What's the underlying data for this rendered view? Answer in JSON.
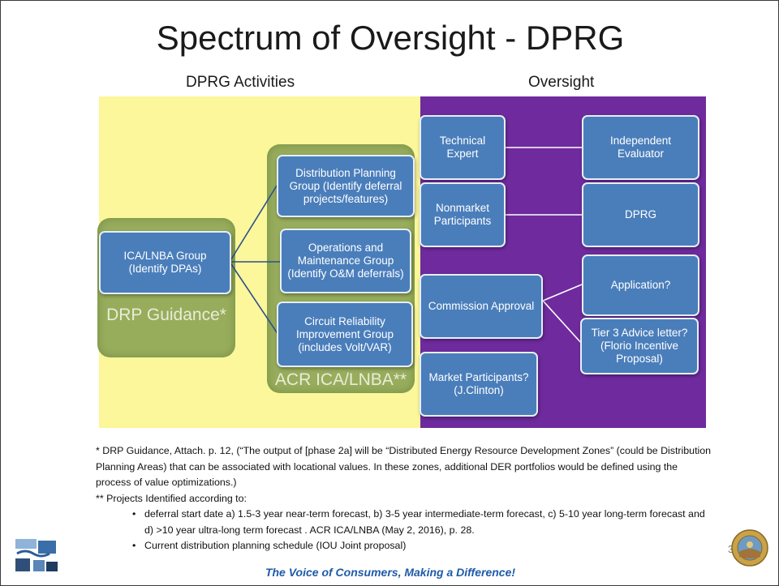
{
  "slide": {
    "title": "Spectrum of Oversight - DPRG",
    "left_header": "DPRG Activities",
    "right_header": "Oversight",
    "page_number": "3",
    "footer": "The Voice of Consumers, Making a Difference!"
  },
  "left": {
    "drp_label": "DRP Guidance*",
    "acr_label": "ACR ICA/LNBA**",
    "ica_box": "ICA/LNBA Group (Identify DPAs)",
    "dist_box": "Distribution Planning Group (Identify deferral projects/features)",
    "om_box": "Operations and Maintenance Group (Identify O&M deferrals)",
    "circuit_box": "Circuit Reliability Improvement Group (includes Volt/VAR)"
  },
  "right": {
    "tech": "Technical Expert",
    "indep": "Independent Evaluator",
    "nonmarket": "Nonmarket Participants",
    "dprg": "DPRG",
    "commission": "Commission Approval",
    "application": "Application?",
    "tier3": "Tier 3 Advice letter? (Florio Incentive Proposal)",
    "market": "Market Participants? (J.Clinton)"
  },
  "notes": {
    "note1": "* DRP Guidance, Attach. p. 12, (“The output of [phase 2a] will be “Distributed Energy Resource Development Zones” (could be Distribution Planning Areas) that can be associated with locational values. In these zones, additional DER portfolios would be defined using the process of value optimizations.)",
    "note2": "** Projects Identified according to:",
    "bullet1": " deferral start date a) 1.5-3 year near-term forecast, b) 3-5 year intermediate-term  forecast, c) 5-10 year long-term  forecast and d) >10 year ultra-long term forecast . ACR ICA/LNBA (May 2, 2016), p. 28.",
    "bullet2": "Current distribution planning schedule (IOU Joint proposal)",
    "bullet_symbol": "•"
  }
}
